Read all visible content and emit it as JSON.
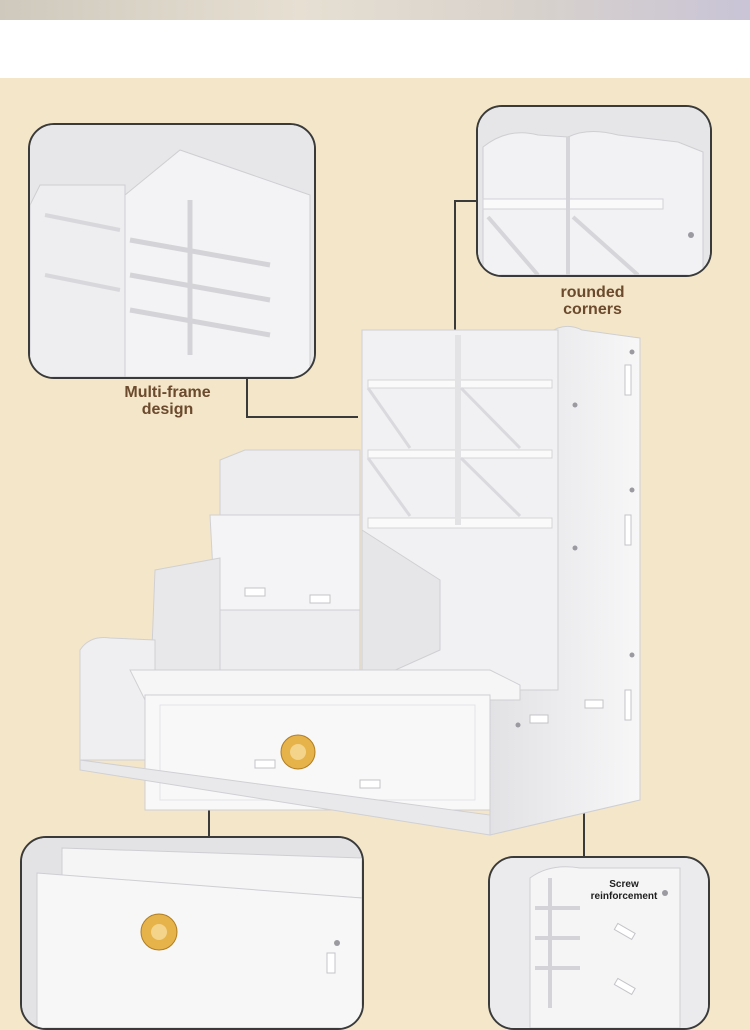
{
  "callouts": {
    "multi_frame": {
      "caption": "Multi-frame design"
    },
    "rounded": {
      "caption": "rounded corners"
    },
    "screw": {
      "caption": "Screw reinforcement"
    }
  },
  "colors": {
    "background": "#f4e6c8",
    "caption_text": "#6b4a2e",
    "leader_line": "#3a3a3a",
    "product": "#f2f2f3",
    "knob": "#e6b34a"
  }
}
